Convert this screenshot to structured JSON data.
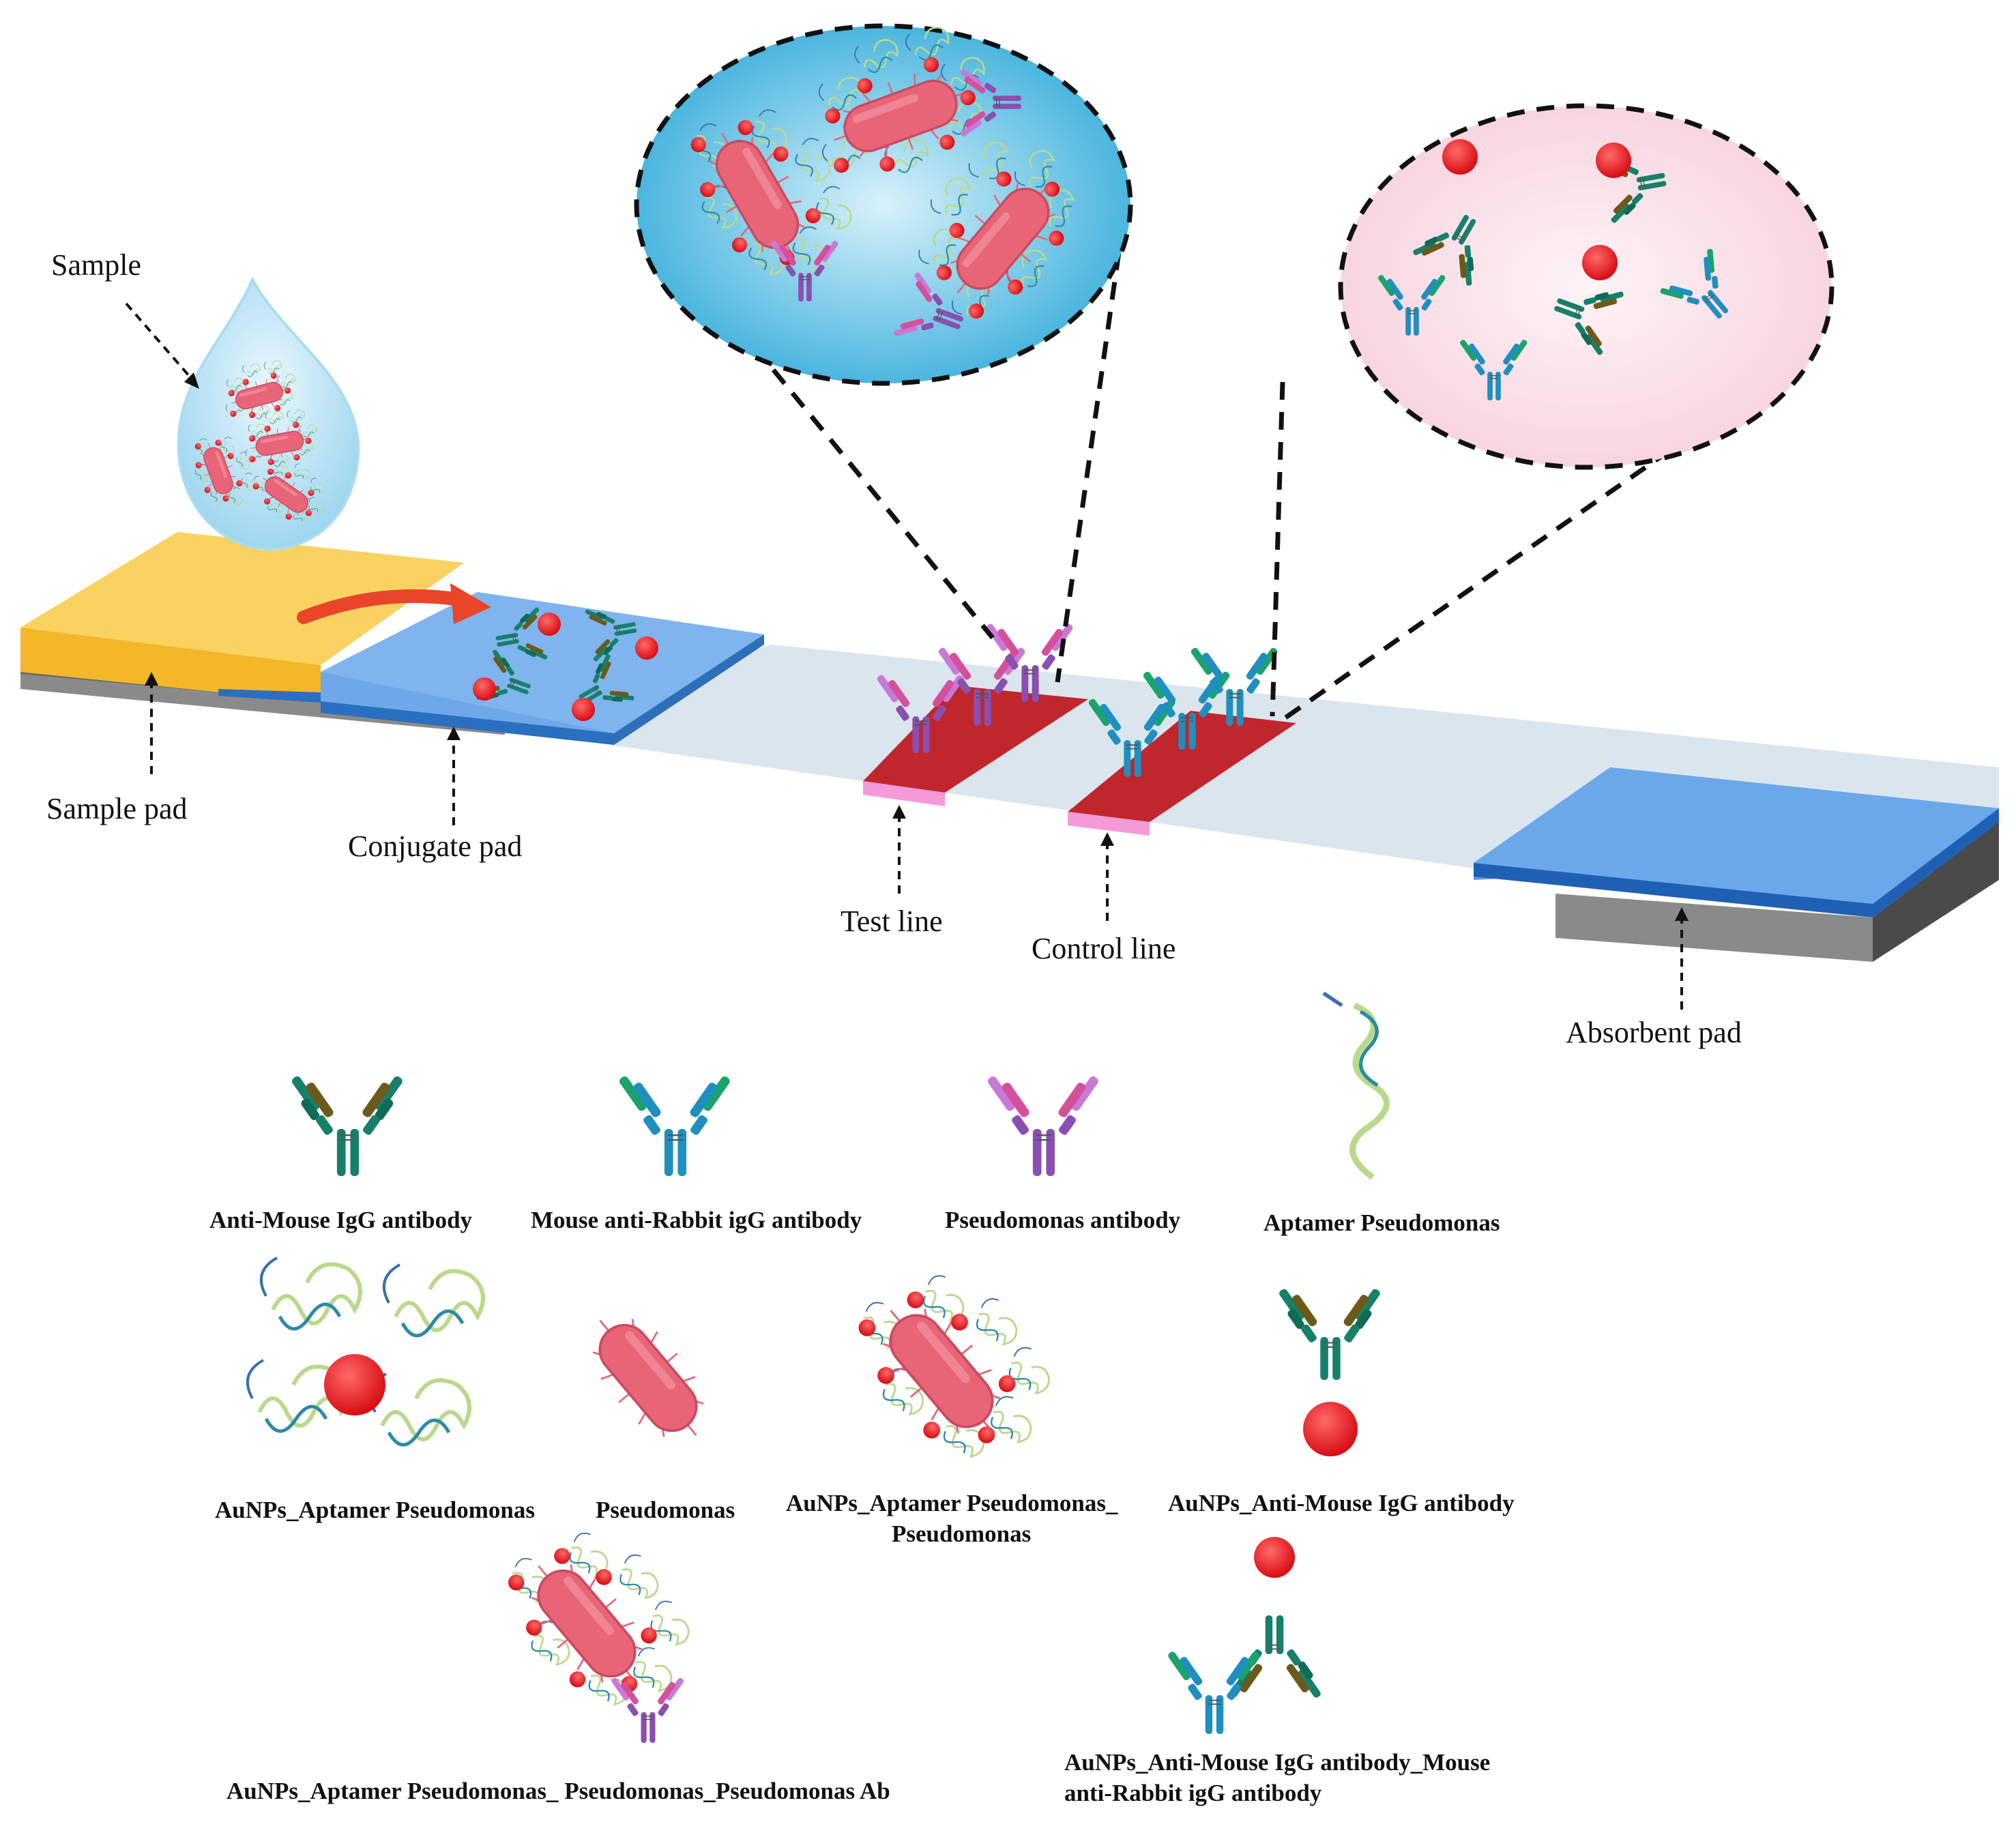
{
  "labels": {
    "sample": "Sample",
    "sample_pad": "Sample pad",
    "conjugate_pad": "Conjugate  pad",
    "test_line": "Test line",
    "control_line": "Control  line",
    "absorbent_pad": "Absorbent  pad"
  },
  "legend": {
    "anti_mouse_igg": "Anti-Mouse IgG antibody",
    "mouse_anti_rabbit": "Mouse anti-Rabbit igG antibody",
    "pseudomonas_antibody": "Pseudomonas antibody",
    "aptamer_pseudomonas": "Aptamer Pseudomonas",
    "aunps_aptamer": "AuNPs_Aptamer Pseudomonas",
    "pseudomonas": "Pseudomonas",
    "aunps_aptamer_pseudomonas_l1": "AuNPs_Aptamer Pseudomonas_",
    "aunps_aptamer_pseudomonas_l2": "Pseudomonas",
    "aunps_anti_mouse": "AuNPs_Anti-Mouse IgG antibody",
    "aunps_aptamer_pseudomonas_ab": "AuNPs_Aptamer Pseudomonas_ Pseudomonas_Pseudomonas Ab",
    "aunps_anti_mouse_mouse_l1": "AuNPs_Anti-Mouse IgG antibody_Mouse",
    "aunps_anti_mouse_mouse_l2": "anti-Rabbit igG antibody"
  },
  "colors": {
    "sample_pad": "#f7c948",
    "conjugate_pad": "#6fa8e8",
    "membrane": "#dce6ee",
    "backing": "#808080",
    "test_control_line": "#c0272d",
    "line_marker": "#f49ad8",
    "absorbent_pad": "#5b9be0",
    "gold_nanoparticle": "#e8161b",
    "bacterium": "#e86477",
    "anti_mouse_igg": "#16806a",
    "mouse_anti_rabbit": "#1f8fbf",
    "pseudomonas_ab": "#8a4fb0",
    "zoom_test_bg": "#45b8e0",
    "zoom_control_bg": "#fbe3ea"
  }
}
